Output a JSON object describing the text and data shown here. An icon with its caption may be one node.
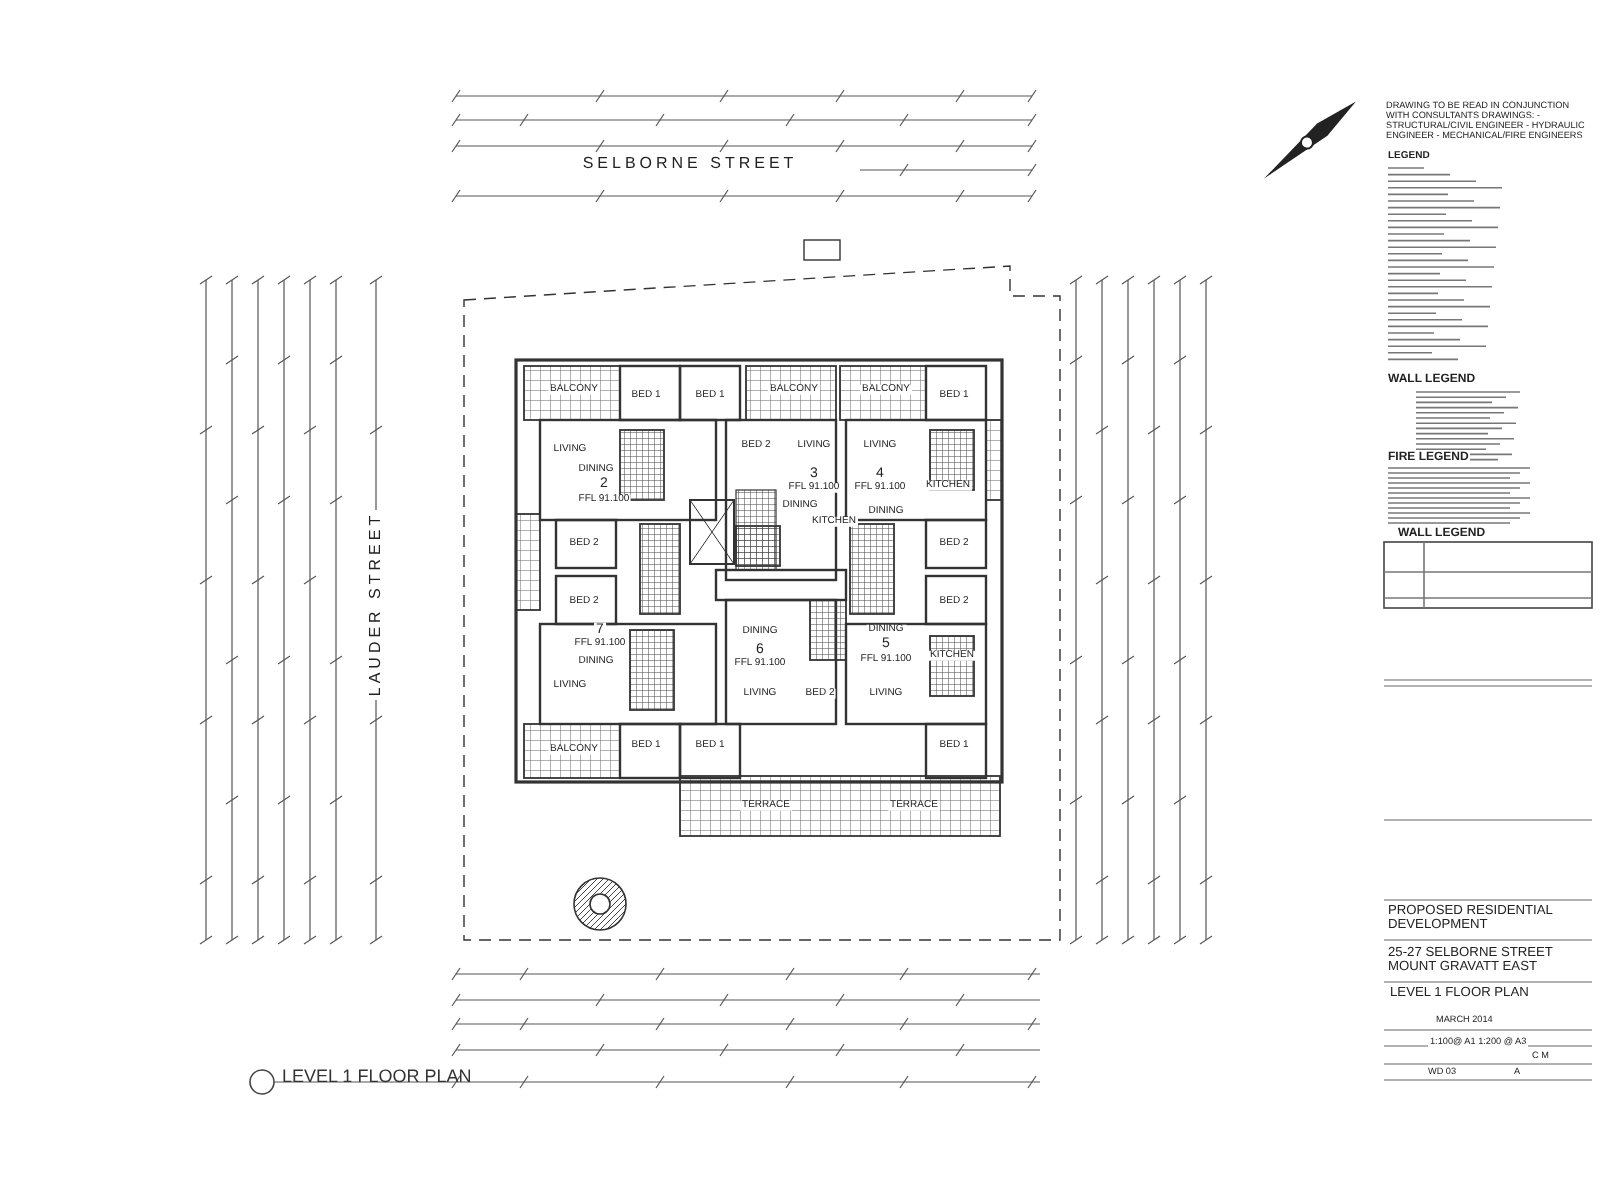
{
  "diagram": {
    "title": "LEVEL 1 FLOOR PLAN",
    "labels": [
      "SELBORNE STREET",
      "DRAWING TO BE READ IN CONJUNCTION WITH CONSULTANTS DRAWINGS: - STRUCTURAL/CIVIL ENGINEER - HYDRAULIC ENGINEER - MECHANICAL/FIRE ENGINEERS",
      "LEGEND",
      "WALL LEGEND",
      "FIRE LEGEND",
      "WALL LEGEND",
      "BALCONY",
      "BED 1",
      "BED 1",
      "BALCONY",
      "BALCONY",
      "BED 1",
      "LIVING",
      "BED 2",
      "LIVING",
      "LIVING",
      "DINING",
      "2",
      "FFL 91.100",
      "3",
      "FFL 91.100",
      "4",
      "FFL 91.100",
      "KITCHEN",
      "DINING",
      "KITCHEN",
      "DINING",
      "BED 2",
      "BED 2",
      "BED 2",
      "BED 2",
      "7",
      "DINING",
      "DINING",
      "FFL 91.100",
      "5",
      "6",
      "DINING",
      "FFL 91.100",
      "FFL 91.100",
      "KITCHEN",
      "LIVING",
      "LIVING",
      "BED 2",
      "LIVING",
      "BALCONY",
      "BED 1",
      "BED 1",
      "BED 1",
      "TERRACE",
      "TERRACE",
      "LAUDER STREET",
      "PROPOSED RESIDENTIAL DEVELOPMENT",
      "25-27 SELBORNE STREET MOUNT GRAVATT EAST",
      "LEVEL 1 FLOOR PLAN",
      "MARCH 2014",
      "1:100@ A1 1:200 @ A3",
      "C M",
      "WD 03",
      "A"
    ]
  }
}
